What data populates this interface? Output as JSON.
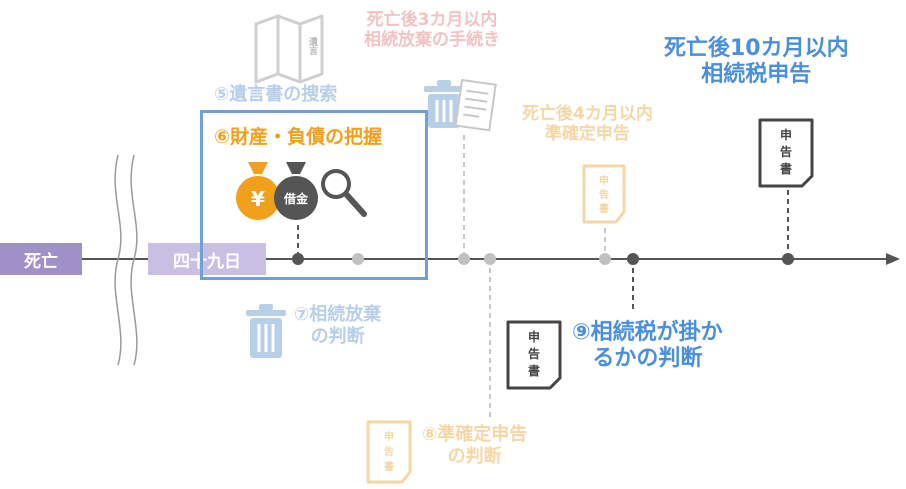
{
  "colors": {
    "death_badge": "#a090c8",
    "day49_badge": "#c9bfe3",
    "highlight_border": "#6fa1d6",
    "step6": "#f0a01a",
    "step9": "#4a8fdc",
    "deadline_10m": "#4a8fdc",
    "faded_blue": "#b7cfe9",
    "faded_pink": "#f1c3c3",
    "faded_orange": "#f5d7a5",
    "faded_gray": "#c8c8c8",
    "timeline": "#555555"
  },
  "timeline": {
    "start_label": "死亡",
    "day49_label": "四十九日"
  },
  "steps": {
    "step5": "⑤遺言書の捜索",
    "step6": "⑥財産・負債の把握",
    "step7": {
      "line1": "⑦相続放棄",
      "line2": "の判断"
    },
    "step8": {
      "line1": "⑧準確定申告",
      "line2": "の判断"
    },
    "step9": {
      "line1": "⑨相続税が掛か",
      "line2": "るかの判断"
    }
  },
  "deadlines": {
    "m3": {
      "line1": "死亡後3カ月以内",
      "line2": "相続放棄の手続き"
    },
    "m4": {
      "line1": "死亡後4カ月以内",
      "line2": "準確定申告"
    },
    "m10": {
      "line1": "死亡後10カ月以内",
      "line2": "相続税申告"
    }
  },
  "icons": {
    "will": {
      "name": "will-document-icon",
      "text": "遺言"
    },
    "money_bag_label": "¥",
    "debt_bag_label": "借金",
    "form_chars": [
      "申",
      "告",
      "書"
    ]
  }
}
